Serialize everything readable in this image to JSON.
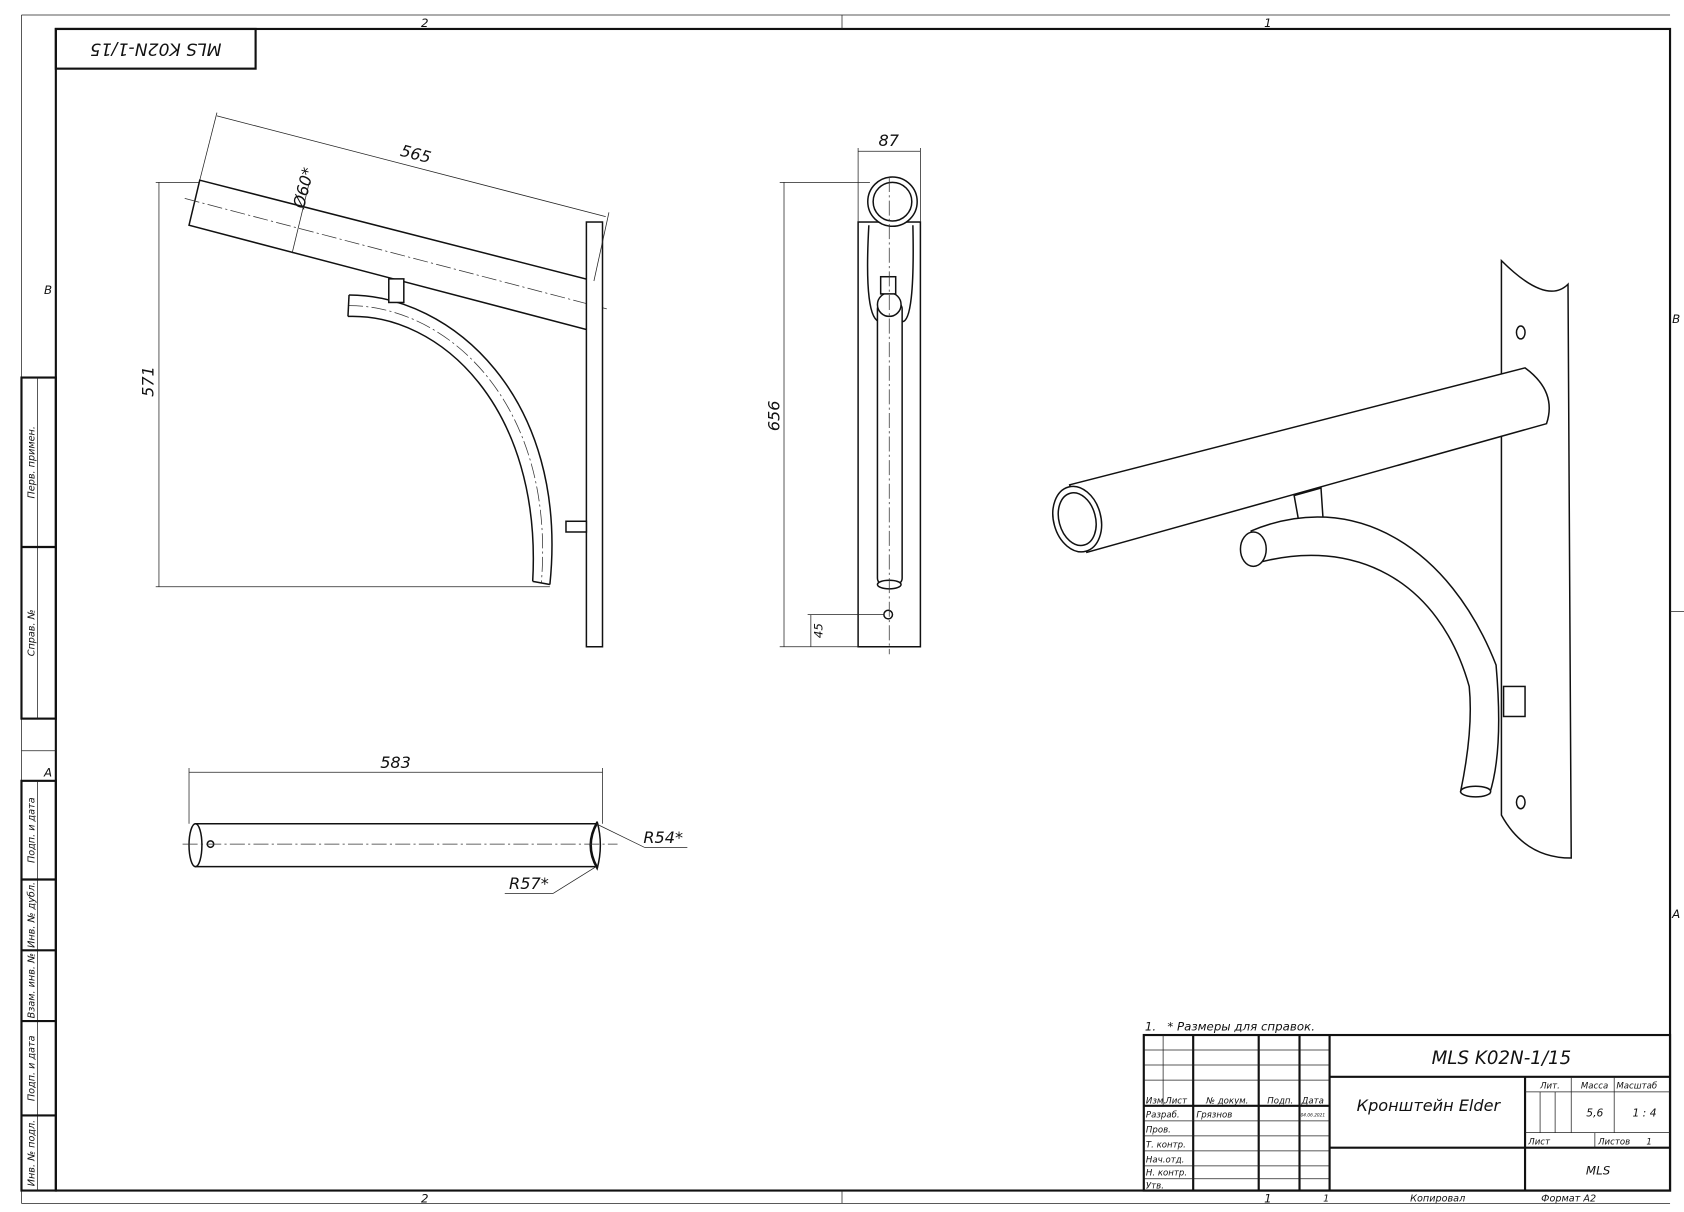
{
  "sheet": {
    "zones_top": [
      "2",
      "1"
    ],
    "zones_bottom": [
      "2",
      "1"
    ],
    "zones_left": [
      "B",
      "A"
    ],
    "zones_right": [
      "B",
      "A"
    ],
    "mirrored_stamp": "MLS K02N-1/15",
    "side_strip": [
      "Перв. примен.",
      "Справ. №",
      "Подп. и дата",
      "Инв. № дубл.",
      "Взам. инв. №",
      "Подп. и дата",
      "Инв. № подл."
    ]
  },
  "dimensions": {
    "side_view": {
      "length": "565",
      "diameter": "Ø60*",
      "height": "571"
    },
    "front_view": {
      "width": "87",
      "height": "656",
      "hole_offset": "45"
    },
    "top_view": {
      "length": "583",
      "radius_outer": "R54*",
      "radius_inner": "R57*"
    }
  },
  "notes": {
    "note1": "1.   * Размеры для справок."
  },
  "title_block": {
    "designation": "MLS K02N-1/15",
    "name": "Кронштейн Elder",
    "headers": {
      "izm": "Изм.",
      "list": "Лист",
      "doc": "№ докум.",
      "sign": "Подп.",
      "date": "Дата"
    },
    "roles": [
      "Разраб.",
      "Пров.",
      "Т. контр.",
      "Нач.отд.",
      "Н. контр.",
      "Утв."
    ],
    "developer": "Грязнов",
    "dev_date": "04.06.2021",
    "lit_label": "Лит.",
    "mass_label": "Масса",
    "scale_label": "Масштаб",
    "mass": "5,6",
    "scale": "1 : 4",
    "sheet_label": "Лист",
    "sheets_label": "Листов",
    "sheets": "1",
    "org": "MLS",
    "sheet_number": "1",
    "copied": "Копировал",
    "format": "Формат А2"
  }
}
